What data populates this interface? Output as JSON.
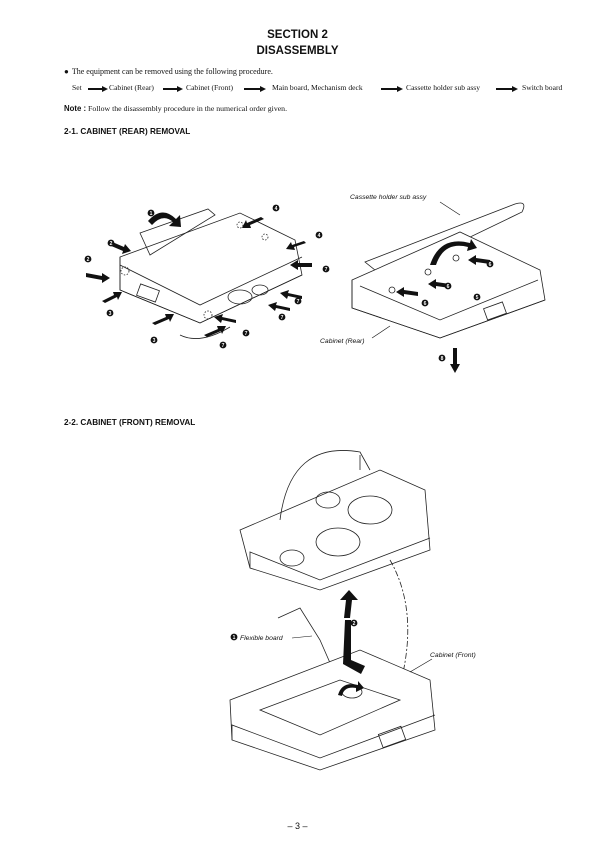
{
  "header": {
    "section": "SECTION 2",
    "title": "DISASSEMBLY"
  },
  "intro": "The equipment can be removed using the following procedure.",
  "flow": [
    "Set",
    "Cabinet (Rear)",
    "Cabinet (Front)",
    "Main board, Mechanism deck",
    "Cassette holder sub assy",
    "Switch board"
  ],
  "note": {
    "label": "Note :",
    "text": "Follow the disassembly procedure in the numerical order given."
  },
  "section1": {
    "title": "2-1. CABINET (REAR) REMOVAL",
    "labels": {
      "holder": "Cassette holder sub assy",
      "cabinet": "Cabinet (Rear)"
    },
    "callouts": {
      "n1": "1",
      "n2": "2",
      "n3": "3",
      "n4": "4",
      "n5": "5",
      "n6": "6",
      "n7": "7",
      "n8": "8"
    }
  },
  "section2": {
    "title": "2-2. CABINET (FRONT) REMOVAL",
    "labels": {
      "flex": "Flexible board",
      "cabinet": "Cabinet (Front)"
    },
    "callouts": {
      "n1": "1",
      "n2": "2"
    }
  },
  "footer": {
    "page": "– 3 –"
  }
}
